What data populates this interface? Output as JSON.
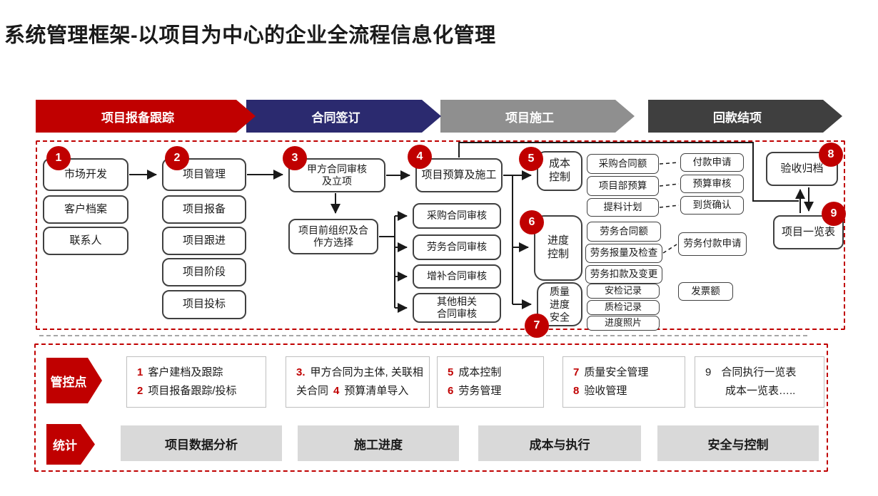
{
  "title": "系统管理框架-以项目为中心的企业全流程信息化管理",
  "colors": {
    "accent_red": "#C00000",
    "navy": "#2B2A6F",
    "gray": "#8F8F8F",
    "dark_gray": "#3F3F3F",
    "stat_box_bg": "#D9D9D9"
  },
  "phases": [
    {
      "label": "项目报备跟踪"
    },
    {
      "label": "合同签订"
    },
    {
      "label": "项目施工"
    },
    {
      "label": "回款结项"
    }
  ],
  "flow": {
    "badges": {
      "b1": "1",
      "b2": "2",
      "b3": "3",
      "b4": "4",
      "b5": "5",
      "b6": "6",
      "b7": "7",
      "b8": "8",
      "b9": "9"
    },
    "boxes": {
      "market_dev": "市场开发",
      "customer_file": "客户档案",
      "contacts": "联系人",
      "project_mgmt": "项目管理",
      "project_report": "项目报备",
      "project_follow": "项目跟进",
      "project_stage": "项目阶段",
      "project_bid": "项目投标",
      "owner_contract": "甲方合同审核\n及立项",
      "pre_org": "项目前组织及合\n作方选择",
      "budget_construction": "项目预算及施工",
      "purchase_review": "采购合同审核",
      "labor_review": "劳务合同审核",
      "supplement_review": "增补合同审核",
      "other_review": "其他相关\n合同审核",
      "cost_control": "成本\n控制",
      "progress_control": "进度\n控制",
      "quality_safety": "质量\n进度\n安全",
      "purchase_amount": "采购合同额",
      "dept_budget": "项目部预算",
      "material_plan": "提料计划",
      "labor_amount": "劳务合同额",
      "labor_report": "劳务报量及检查",
      "labor_deduct": "劳务扣款及变更",
      "safety_record": "安检记录",
      "quality_record": "质检记录",
      "progress_photo": "进度照片",
      "invoice_amount": "发票额",
      "payment_request": "付款申请",
      "budget_review": "预算审核",
      "arrival_confirm": "到货确认",
      "labor_payment": "劳务付款申请",
      "acceptance_archive": "验收归档",
      "project_overview": "项目一览表"
    }
  },
  "control": {
    "label": "管控点",
    "boxes": [
      {
        "l1": {
          "num": "1",
          "txt": "客户建档及跟踪"
        },
        "l2": {
          "num": "2",
          "txt": "项目报备跟踪/投标"
        }
      },
      {
        "l1": {
          "num": "3.",
          "txt": "甲方合同为主体, 关联相"
        },
        "l2": {
          "pre": "关合同",
          "num": "4",
          "txt": "预算清单导入"
        }
      },
      {
        "l1": {
          "num": "5",
          "txt": "成本控制"
        },
        "l2": {
          "num": "6",
          "txt": "劳务管理"
        }
      },
      {
        "l1": {
          "num": "7",
          "txt": "质量安全管理"
        },
        "l2": {
          "num": "8",
          "txt": "验收管理"
        }
      },
      {
        "l1": {
          "num": "9",
          "txt": "合同执行一览表"
        },
        "l2": {
          "txt": "成本一览表….."
        }
      }
    ]
  },
  "stats": {
    "label": "统计",
    "items": [
      "项目数据分析",
      "施工进度",
      "成本与执行",
      "安全与控制"
    ]
  }
}
